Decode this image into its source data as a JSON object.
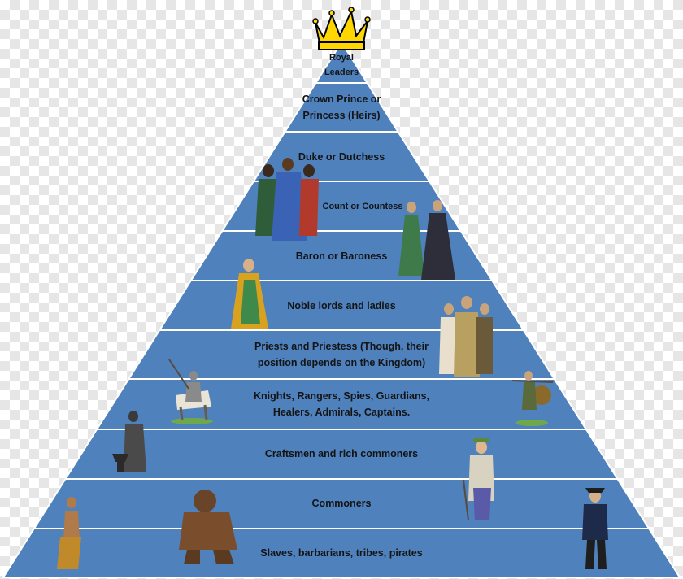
{
  "colors": {
    "tier_fill": "#4f81bd",
    "tier_stroke": "#ffffff",
    "crown_gold": "#ffd700",
    "crown_outline": "#000000",
    "text": "#141414"
  },
  "icons": {
    "apex": "crown-icon",
    "figures": [
      "nobles-group-figure",
      "noble-ladies-figure",
      "noble-lady-figure",
      "priests-figure",
      "mounted-knight-figure",
      "spearman-figure",
      "blacksmith-figure",
      "farmer-figure",
      "tribal-figure",
      "barbarian-figure",
      "pirate-figure"
    ]
  },
  "tiers": [
    {
      "label": "Royal\nLeaders"
    },
    {
      "label": "Crown Prince or\nPrincess (Heirs)"
    },
    {
      "label": "Duke or Dutchess"
    },
    {
      "label": "Count or Countess"
    },
    {
      "label": "Baron or Baroness"
    },
    {
      "label": "Noble lords and ladies"
    },
    {
      "label": "Priests and Priestess (Though, their\nposition depends on the Kingdom)"
    },
    {
      "label": "Knights, Rangers, Spies, Guardians,\nHealers, Admirals, Captains."
    },
    {
      "label": "Craftsmen and rich commoners"
    },
    {
      "label": "Commoners"
    },
    {
      "label": "Slaves, barbarians, tribes, pirates"
    }
  ]
}
